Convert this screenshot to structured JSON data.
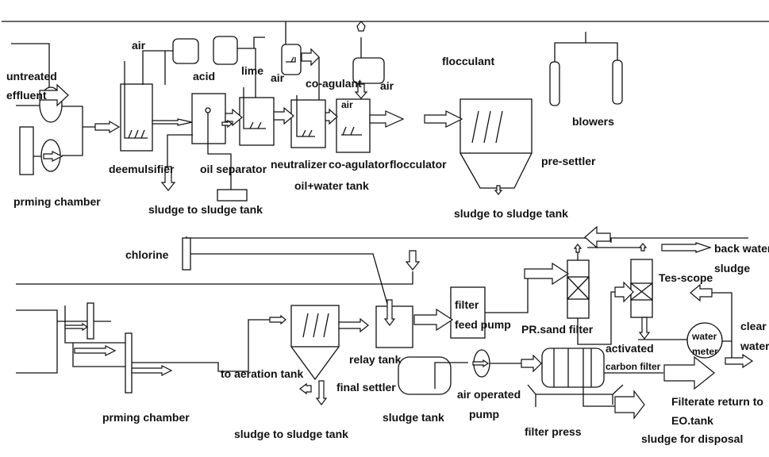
{
  "labels": {
    "air_deemulsifier": "air",
    "acid": "acid",
    "lime": "lime",
    "air_neutralizer": "air",
    "co_agulant": "co-agulant",
    "air_coagulator": "air",
    "air_flocculator": "air",
    "flocculant": "flocculant",
    "untreated": "untreated",
    "effluent": "effluent",
    "blowers": "blowers",
    "deemulsifier": "deemulsifier",
    "oil_separator": "oil separator",
    "neutralizer": "neutralizer",
    "co_agulator": "co-agulator",
    "flocculator": "flocculator",
    "pre_settler": "pre-settler",
    "oil_water_tank": "oil+water tank",
    "priming_chamber_top": "prming chamber",
    "sludge_to_tank_1": "sludge to sludge tank",
    "sludge_to_tank_2": "sludge to sludge tank",
    "chlorine": "chlorine",
    "back_water": "back water",
    "sludge": "sludge",
    "tes_scope": "Tes-scope",
    "filter": "filter",
    "feed_pump": "feed pump",
    "pr_sand_filter": "PR.sand filter",
    "clear": "clear",
    "water": "water",
    "water_meter_1": "water",
    "water_meter_2": "meter",
    "activated": "activated",
    "carbon_filter": "carbon filter",
    "relay_tank": "relay tank",
    "to_aeration_tank": "to aeration tank",
    "final_settler": "final settler",
    "air_operated": "air operated",
    "pump": "pump",
    "sludge_tank": "sludge tank",
    "filterate_return": "Filterate return to",
    "eo_tank": "EO.tank",
    "priming_chamber_bottom": "prming chamber",
    "filter_press": "filter press",
    "sludge_to_tank_3": "sludge to sludge tank",
    "sludge_for_disposal": "sludge for disposal"
  }
}
